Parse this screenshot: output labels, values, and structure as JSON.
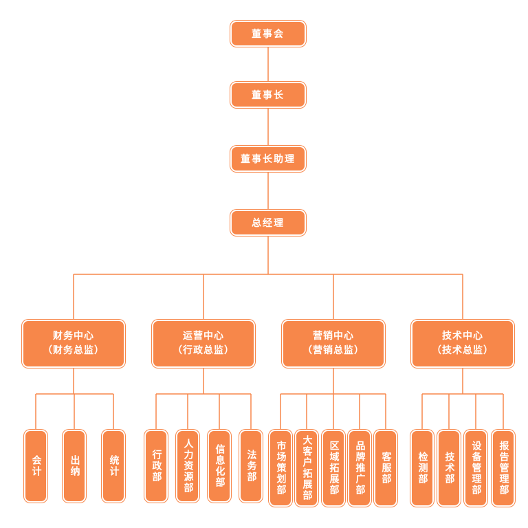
{
  "org": {
    "chairman_board": "董事会",
    "chairman": "董事长",
    "chairman_assistant": "董事长助理",
    "general_manager": "总经理",
    "centers": [
      {
        "name": "财务中心",
        "head": "（财务总监）",
        "depts": [
          "会计",
          "出纳",
          "统计"
        ]
      },
      {
        "name": "运营中心",
        "head": "（行政总监）",
        "depts": [
          "行政部",
          "人力资源部",
          "信息化部",
          "法务部"
        ]
      },
      {
        "name": "营销中心",
        "head": "（营销总监）",
        "depts": [
          "市场策划部",
          "大客户拓展部",
          "区域拓展部",
          "品牌推广部",
          "客服部"
        ]
      },
      {
        "name": "技术中心",
        "head": "（技术总监）",
        "depts": [
          "检测部",
          "技术部",
          "设备管理部",
          "报告管理部"
        ]
      }
    ]
  },
  "colors": {
    "box": "#f7874a",
    "line": "#f7874a",
    "text": "#ffffff"
  }
}
